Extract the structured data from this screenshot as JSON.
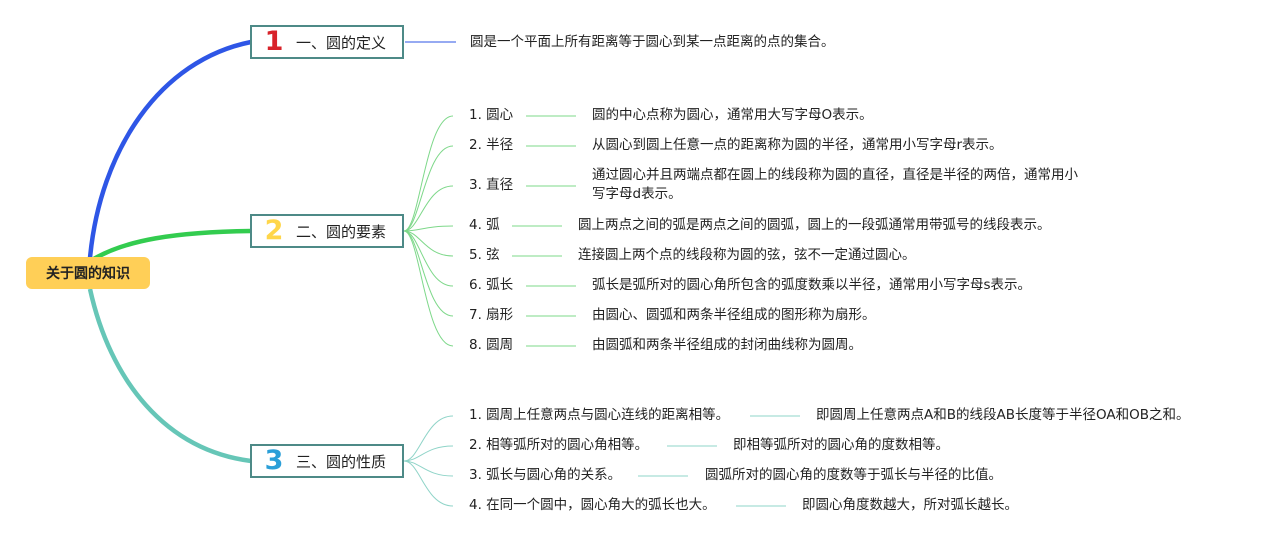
{
  "root": {
    "label": "关于圆的知识",
    "color": "#ffcf57"
  },
  "branches": [
    {
      "num": "1",
      "num_color": "#d8232a",
      "curve_color": "#2e56e6",
      "label": "一、圆的定义",
      "text": "圆是一个平面上所有距离等于圆心到某一点距离的点的集合。"
    },
    {
      "num": "2",
      "num_color": "#ffd64a",
      "curve_color": "#33cc4f",
      "label": "二、圆的要素",
      "items": [
        {
          "term": "1. 圆心",
          "desc": "圆的中心点称为圆心，通常用大写字母O表示。"
        },
        {
          "term": "2. 半径",
          "desc": "从圆心到圆上任意一点的距离称为圆的半径，通常用小写字母r表示。"
        },
        {
          "term": "3. 直径",
          "desc": "通过圆心并且两端点都在圆上的线段称为圆的直径，直径是半径的两倍，通常用小写字母d表示。"
        },
        {
          "term": "4. 弧",
          "desc": "圆上两点之间的弧是两点之间的圆弧，圆上的一段弧通常用带弧号的线段表示。"
        },
        {
          "term": "5. 弦",
          "desc": "连接圆上两个点的线段称为圆的弦，弦不一定通过圆心。"
        },
        {
          "term": "6. 弧长",
          "desc": "弧长是弧所对的圆心角所包含的弧度数乘以半径，通常用小写字母s表示。"
        },
        {
          "term": "7. 扇形",
          "desc": "由圆心、圆弧和两条半径组成的图形称为扇形。"
        },
        {
          "term": "8. 圆周",
          "desc": "由圆弧和两条半径组成的封闭曲线称为圆周。"
        }
      ]
    },
    {
      "num": "3",
      "num_color": "#2b9fd8",
      "curve_color": "#66c6b7",
      "label": "三、圆的性质",
      "items": [
        {
          "term": "1. 圆周上任意两点与圆心连线的距离相等。",
          "desc": "即圆周上任意两点A和B的线段AB长度等于半径OA和OB之和。"
        },
        {
          "term": "2. 相等弧所对的圆心角相等。",
          "desc": "即相等弧所对的圆心角的度数相等。"
        },
        {
          "term": "3. 弧长与圆心角的关系。",
          "desc": "圆弧所对的圆心角的度数等于弧长与半径的比值。"
        },
        {
          "term": "4. 在同一个圆中，圆心角大的弧长也大。",
          "desc": "即圆心角度数越大，所对弧长越长。"
        }
      ]
    }
  ]
}
